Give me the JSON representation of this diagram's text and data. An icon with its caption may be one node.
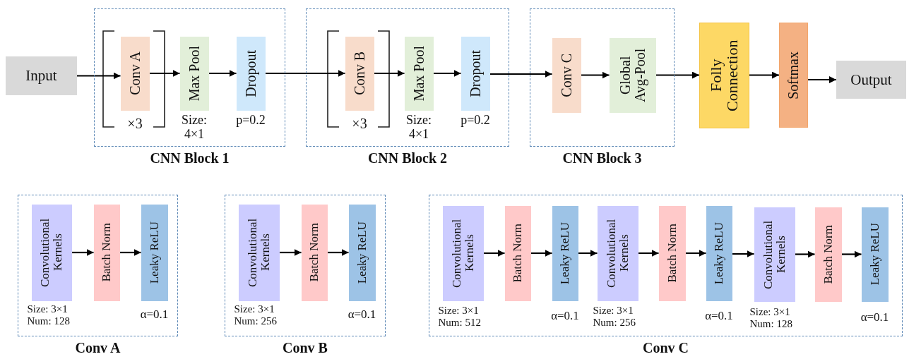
{
  "diagram": {
    "nodes": [
      {
        "text": [
          "Input"
        ]
      },
      {
        "text": [
          "CNN Block 1"
        ]
      },
      {
        "text": [
          "Conv A"
        ],
        "in": 1,
        "beside": [
          "×3"
        ]
      },
      {
        "text": [
          "Max Pool"
        ],
        "in": 1,
        "beside": [
          "Size: 4×1"
        ]
      },
      {
        "text": [
          "Dropout"
        ],
        "in": 1,
        "beside": [
          "p=0.2"
        ]
      },
      {
        "text": [
          "CNN Block 2"
        ]
      },
      {
        "text": [
          "Conv B"
        ],
        "in": 5,
        "beside": [
          "×3"
        ]
      },
      {
        "text": [
          "Max Pool"
        ],
        "in": 5,
        "beside": [
          "Size: 4×1"
        ]
      },
      {
        "text": [
          "Dropout"
        ],
        "in": 5,
        "beside": [
          "p=0.2"
        ]
      },
      {
        "text": [
          "CNN Block 3"
        ]
      },
      {
        "text": [
          "Conv C"
        ],
        "in": 9
      },
      {
        "text": [
          "Global Avg-Pool"
        ],
        "in": 9
      },
      {
        "text": [
          "Folly Connection"
        ]
      },
      {
        "text": [
          "Softmax"
        ]
      },
      {
        "text": [
          "Output"
        ]
      },
      {
        "text": [
          "Conv A"
        ]
      },
      {
        "text": [
          "Convolutional Kernels"
        ],
        "in": 15,
        "beside": [
          "Size: 3×1 Num: 128"
        ]
      },
      {
        "text": [
          "Batch Norm"
        ],
        "in": 15
      },
      {
        "text": [
          "Leaky ReLU"
        ],
        "in": 15,
        "beside": [
          "α=0.1"
        ]
      },
      {
        "text": [
          "Conv B"
        ]
      },
      {
        "text": [
          "Convolutional Kernels"
        ],
        "in": 19,
        "beside": [
          "Size: 3×1 Num: 256"
        ]
      },
      {
        "text": [
          "Batch Norm"
        ],
        "in": 19
      },
      {
        "text": [
          "Leaky ReLU"
        ],
        "in": 19,
        "beside": [
          "α=0.1"
        ]
      },
      {
        "text": [
          "Conv C"
        ]
      },
      {
        "text": [
          "Convolutional Kernels"
        ],
        "in": 23,
        "beside": [
          "Size: 3×1 Num: 512"
        ]
      },
      {
        "text": [
          "Batch Norm"
        ],
        "in": 23
      },
      {
        "text": [
          "Leaky ReLU"
        ],
        "in": 23,
        "beside": [
          "α=0.1"
        ]
      },
      {
        "text": [
          "Convolutional Kernels"
        ],
        "in": 23,
        "beside": [
          "Size: 3×1 Num: 256"
        ]
      },
      {
        "text": [
          "Batch Norm"
        ],
        "in": 23
      },
      {
        "text": [
          "Leaky ReLU"
        ],
        "in": 23,
        "beside": [
          "α=0.1"
        ]
      },
      {
        "text": [
          "Convolutional Kernels"
        ],
        "in": 23,
        "beside": [
          "Size: 3×1 Num: 128"
        ]
      },
      {
        "text": [
          "Batch Norm"
        ],
        "in": 23
      },
      {
        "text": [
          "Leaky ReLU"
        ],
        "in": 23,
        "beside": [
          "α=0.1"
        ]
      }
    ],
    "edges": [
      {
        "from": 0,
        "to": 2,
        "arrow": "to"
      },
      {
        "from": 2,
        "to": 3,
        "arrow": "to"
      },
      {
        "from": 3,
        "to": 4,
        "arrow": "to"
      },
      {
        "from": 4,
        "to": 6,
        "arrow": "to"
      },
      {
        "from": 6,
        "to": 7,
        "arrow": "to"
      },
      {
        "from": 7,
        "to": 8,
        "arrow": "to"
      },
      {
        "from": 8,
        "to": 10,
        "arrow": "to"
      },
      {
        "from": 10,
        "to": 11,
        "arrow": "to"
      },
      {
        "from": 11,
        "to": 12,
        "arrow": "to"
      },
      {
        "from": 12,
        "to": 13,
        "arrow": "to"
      },
      {
        "from": 13,
        "to": 14,
        "arrow": "to"
      },
      {
        "from": 16,
        "to": 17,
        "arrow": "to"
      },
      {
        "from": 17,
        "to": 18,
        "arrow": "to"
      },
      {
        "from": 20,
        "to": 21,
        "arrow": "to"
      },
      {
        "from": 21,
        "to": 22,
        "arrow": "to"
      },
      {
        "from": 24,
        "to": 25,
        "arrow": "to"
      },
      {
        "from": 25,
        "to": 26,
        "arrow": "to"
      },
      {
        "from": 26,
        "to": 27,
        "arrow": "to"
      },
      {
        "from": 27,
        "to": 28,
        "arrow": "to"
      },
      {
        "from": 28,
        "to": 29,
        "arrow": "to"
      },
      {
        "from": 29,
        "to": 30,
        "arrow": "to"
      },
      {
        "from": 30,
        "to": 31,
        "arrow": "to"
      },
      {
        "from": 31,
        "to": 32,
        "arrow": "to"
      }
    ]
  }
}
